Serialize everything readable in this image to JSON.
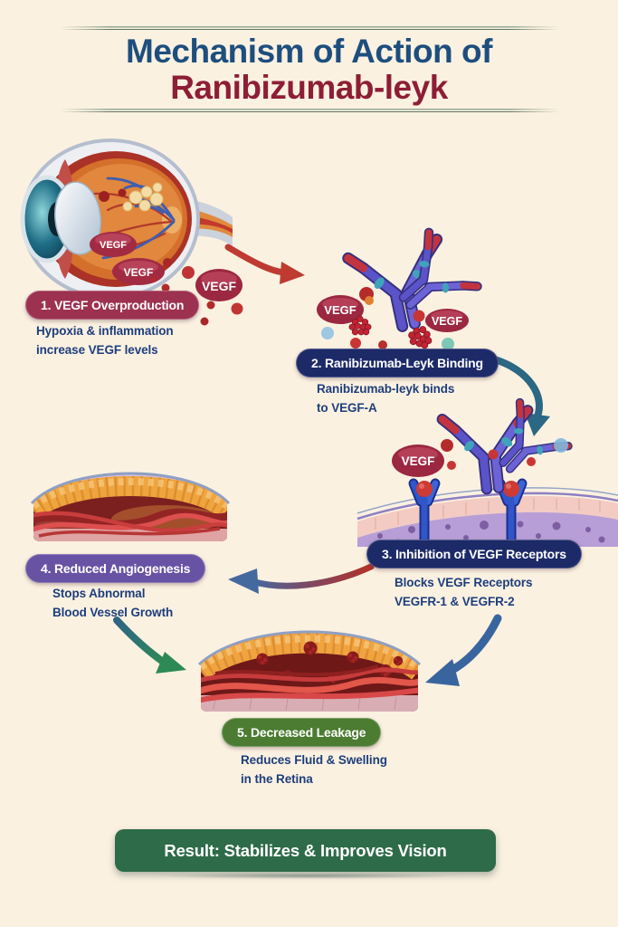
{
  "header": {
    "title_line1": "Mechanism of Action of",
    "title_line2": "Ranibizumab-leyk",
    "title_color1": "#1d4e7e",
    "title_color2": "#8e1d36"
  },
  "labels": {
    "vegf": "VEGF"
  },
  "steps": [
    {
      "label": "1. VEGF Overproduction",
      "desc1": "Hypoxia & inflammation",
      "desc2": "increase VEGF levels",
      "pill_color": "#9d3150"
    },
    {
      "label": "2. Ranibizumab-Leyk Binding",
      "desc1": "Ranibizumab-leyk binds",
      "desc2": "to VEGF-A",
      "pill_color": "#1d2a68"
    },
    {
      "label": "3. Inhibition of VEGF Receptors",
      "desc1": "Blocks VEGF Receptors",
      "desc2": "VEGFR-1 & VEGFR-2",
      "pill_color": "#1d2a68"
    },
    {
      "label": "4. Reduced Angiogenesis",
      "desc1": "Stops Abnormal",
      "desc2": "Blood Vessel Growth",
      "pill_color": "#6852a4"
    },
    {
      "label": "5. Decreased Leakage",
      "desc1": "Reduces Fluid & Swelling",
      "desc2": "in the Retina",
      "pill_color": "#4b7c31"
    }
  ],
  "result": {
    "label": "Result: Stabilizes & Improves Vision",
    "color": "#2e6b48"
  },
  "colors": {
    "background": "#fbf1e1",
    "body_text": "#1d3e7c"
  },
  "icons": {
    "step1": "eye-cross-section",
    "step2": "antibody-vegf-binding",
    "step3": "vegf-receptor-blockade",
    "step4": "retina-vessels-cross-section",
    "step5": "retina-leakage-cross-section",
    "arrows": [
      "red-curved-arrow",
      "teal-curved-arrow",
      "gradient-curved-arrow",
      "green-curved-arrow",
      "blue-curved-arrow"
    ]
  }
}
